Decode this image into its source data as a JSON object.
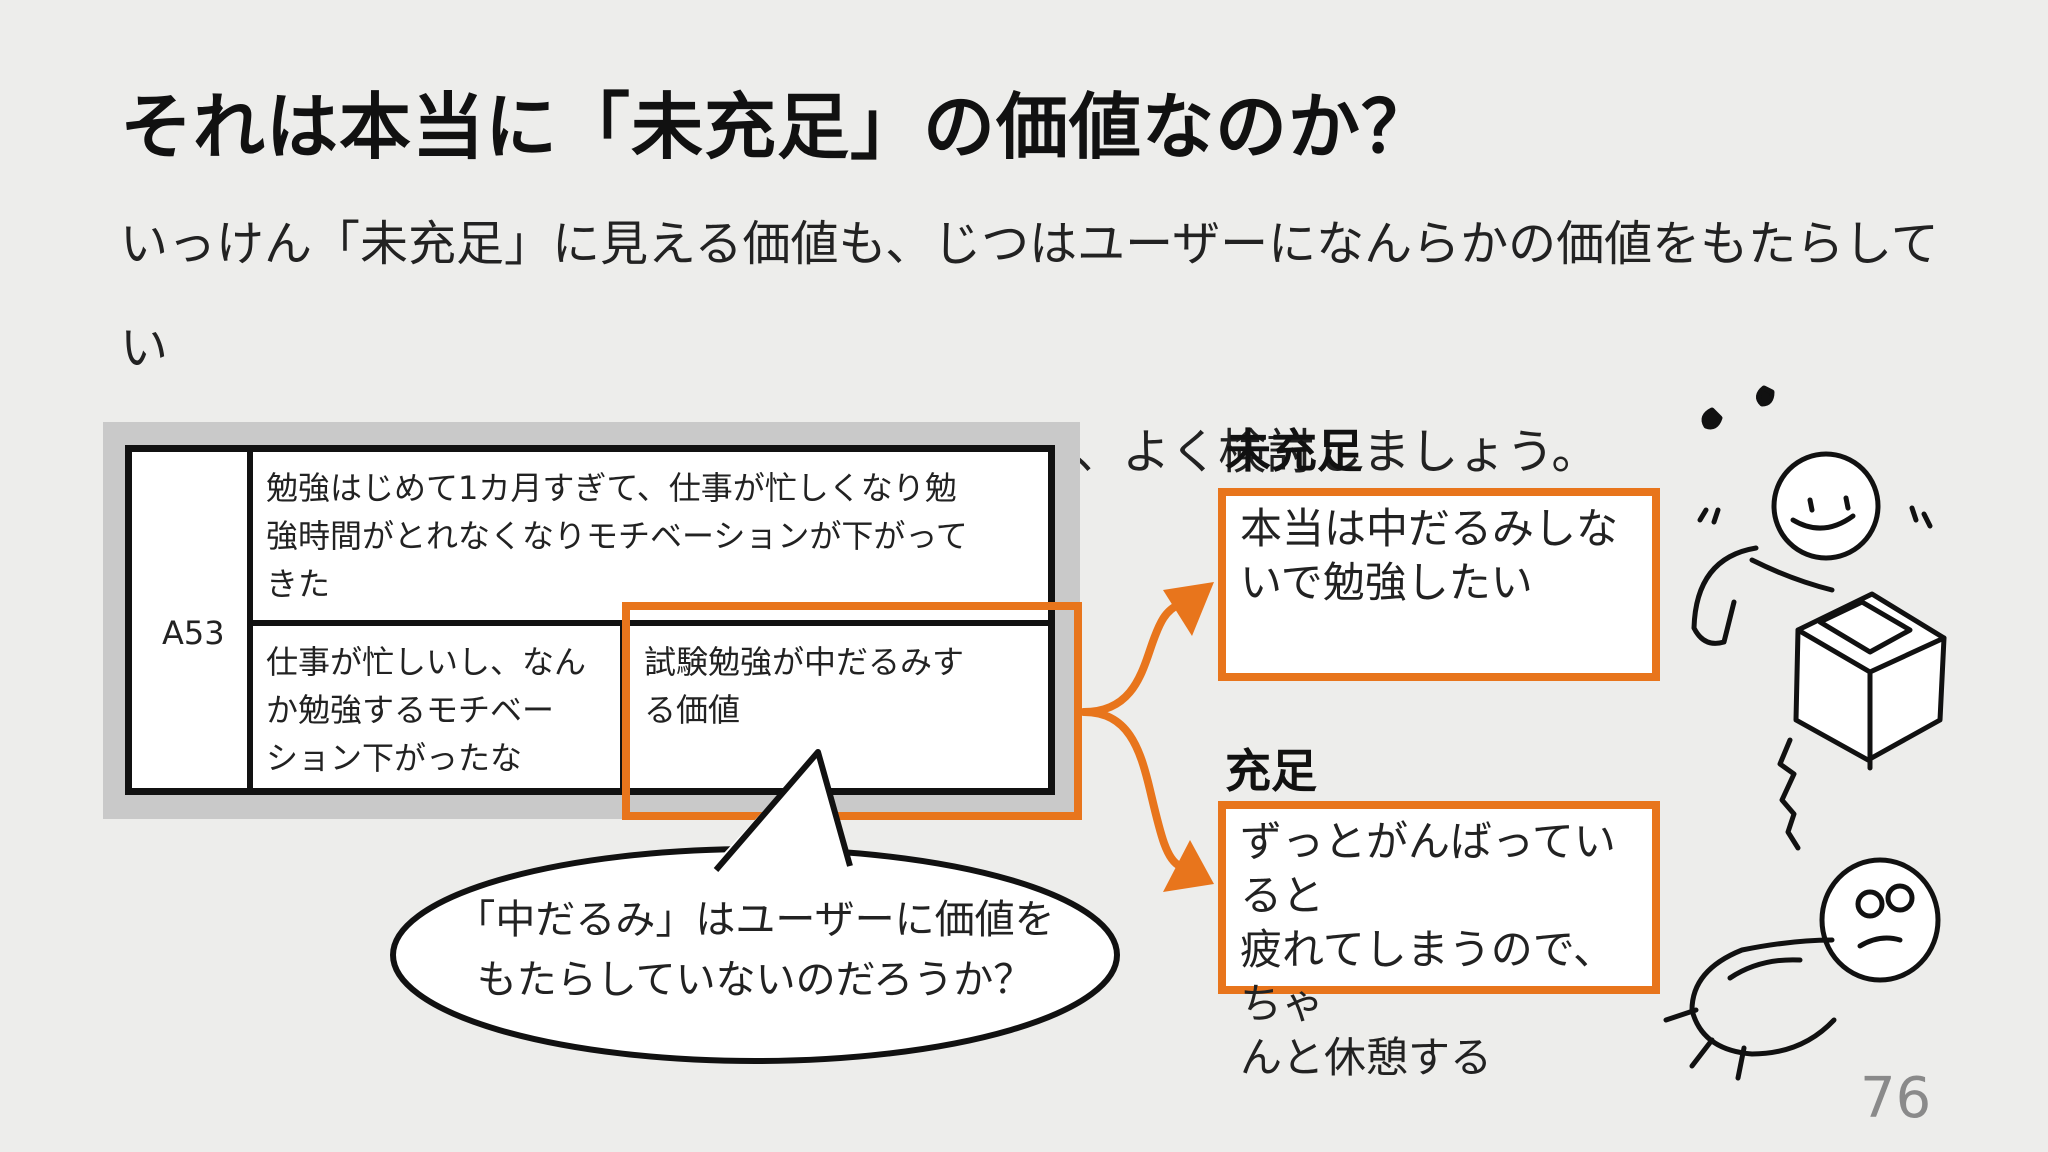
{
  "slide": {
    "title": "それは本当に「未充足」の価値なのか？",
    "lead_line1": "いっけん「未充足」に見える価値も、じつはユーザーになんらかの価値をもたらしてい",
    "lead_line2": "ることがあります。本当に「未充足」なのか、よく検討しましょう。",
    "page_number": "76"
  },
  "table": {
    "row_id": "A53",
    "top_cell": [
      "勉強はじめて1カ月すぎて、仕事が忙しくなり勉",
      "強時間がとれなくなりモチベーションが下がって",
      "きた"
    ],
    "bottom_left": [
      "仕事が忙しいし、なん",
      "か勉強するモチベー",
      "ション下がったな"
    ],
    "bottom_right": [
      "試験勉強が中だるみす",
      "る価値"
    ]
  },
  "bubble": {
    "line1": "「中だるみ」はユーザーに価値を",
    "line2": "もたらしていないのだろうか？"
  },
  "unmet": {
    "label": "未充足",
    "lines": [
      "本当は中だるみしな",
      "いで勉強したい"
    ]
  },
  "met": {
    "label": "充足",
    "lines": [
      "ずっとがんばっていると",
      "疲れてしまうので、ちゃ",
      "んと休憩する"
    ]
  },
  "colors": {
    "accent": "#e8751c",
    "background": "#ededeb",
    "table_panel": "#c9c9c9"
  }
}
